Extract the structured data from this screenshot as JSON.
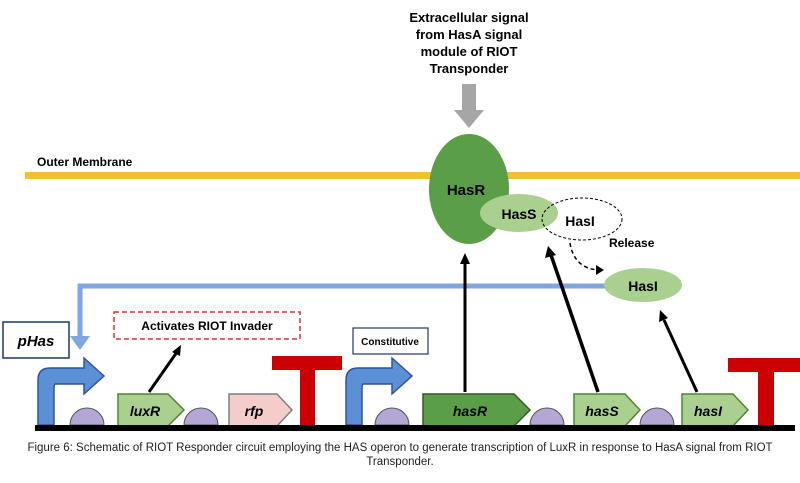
{
  "signal": {
    "line1": "Extracellular signal",
    "line2": "from HasA signal",
    "line3": "module of RIOT",
    "line4": "Transponder"
  },
  "membrane": {
    "label": "Outer Membrane",
    "color": "#f2c12e"
  },
  "proteins": {
    "hasR": "HasR",
    "hasS": "HasS",
    "hasI_bound": "HasI",
    "hasI_free": "HasI",
    "release": "Release"
  },
  "boxes": {
    "pHas": "pHas",
    "activates": "Activates RIOT Invader",
    "constitutive": "Constitutive"
  },
  "genes": {
    "luxR": "luxR",
    "rfp": "rfp",
    "hasR": "hasR",
    "hasS": "hasS",
    "hasI": "hasI"
  },
  "colors": {
    "dark_green": "#5a9e47",
    "light_green": "#a9d08e",
    "promoter_blue": "#5b8fd6",
    "rbs_purple": "#b4a7d6",
    "terminator_red": "#cc0000",
    "rfp_pink": "#f4cccc",
    "feedback_blue": "#7ea6e0",
    "dashed_red": "#e03030"
  },
  "caption": "Figure 6: Schematic of RIOT Responder circuit employing the HAS operon to generate transcription of LuxR in response to HasA signal from RIOT Transponder."
}
